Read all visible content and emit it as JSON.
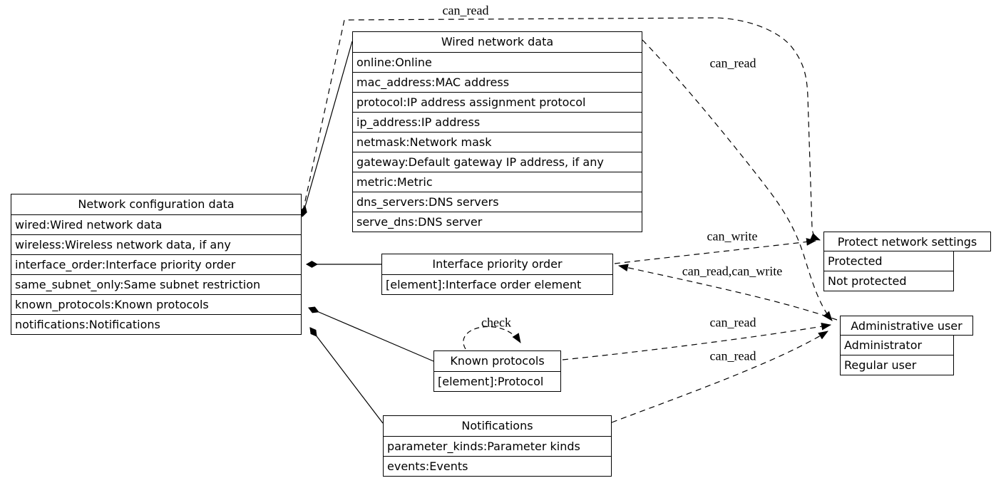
{
  "diagram": {
    "colors": {
      "line": "#000000",
      "background": "#ffffff"
    },
    "nodes": {
      "network_config": {
        "title": "Network configuration data",
        "rows": [
          "wired:Wired network data",
          "wireless:Wireless network data, if any",
          "interface_order:Interface priority order",
          "same_subnet_only:Same subnet restriction",
          "known_protocols:Known protocols",
          "notifications:Notifications"
        ]
      },
      "wired": {
        "title": "Wired network data",
        "rows": [
          "online:Online",
          "mac_address:MAC address",
          "protocol:IP address assignment protocol",
          "ip_address:IP address",
          "netmask:Network mask",
          "gateway:Default gateway IP address, if any",
          "metric:Metric",
          "dns_servers:DNS servers",
          "serve_dns:DNS server"
        ]
      },
      "interface_order": {
        "title": "Interface priority order",
        "rows": [
          "[element]:Interface order element"
        ]
      },
      "known_protocols": {
        "title": "Known protocols",
        "rows": [
          "[element]:Protocol"
        ]
      },
      "notifications": {
        "title": "Notifications",
        "rows": [
          "parameter_kinds:Parameter kinds",
          "events:Events"
        ]
      },
      "protect": {
        "title": "Protect network settings",
        "rows": [
          "Protected",
          "Not protected"
        ]
      },
      "admin": {
        "title": "Administrative user",
        "rows": [
          "Administrator",
          "Regular user"
        ]
      }
    },
    "edges": [
      {
        "from": "Network configuration data",
        "to": "Protect network settings",
        "label": "can_read",
        "style": "dashed-arrow"
      },
      {
        "from": "Wired network data",
        "to": "Administrative user",
        "label": "can_read",
        "style": "dashed-arrow"
      },
      {
        "from": "Interface priority order",
        "to": "Protect network settings",
        "label": "can_write",
        "style": "dashed-arrow"
      },
      {
        "from": "Administrative user",
        "to": "Interface priority order",
        "label": "can_read,can_write",
        "style": "dashed-arrow"
      },
      {
        "from": "Known protocols",
        "to": "Administrative user",
        "label": "can_read",
        "style": "dashed-arrow"
      },
      {
        "from": "Notifications",
        "to": "Administrative user",
        "label": "can_read",
        "style": "dashed-arrow"
      },
      {
        "from": "Known protocols",
        "to": "Known protocols",
        "label": "check",
        "style": "dashed-arrow-selfloop"
      }
    ],
    "compositions": [
      {
        "owner": "Network configuration data",
        "owner_field": "wired",
        "part": "Wired network data"
      },
      {
        "owner": "Network configuration data",
        "owner_field": "interface_order",
        "part": "Interface priority order"
      },
      {
        "owner": "Network configuration data",
        "owner_field": "known_protocols",
        "part": "Known protocols"
      },
      {
        "owner": "Network configuration data",
        "owner_field": "notifications",
        "part": "Notifications"
      }
    ]
  }
}
